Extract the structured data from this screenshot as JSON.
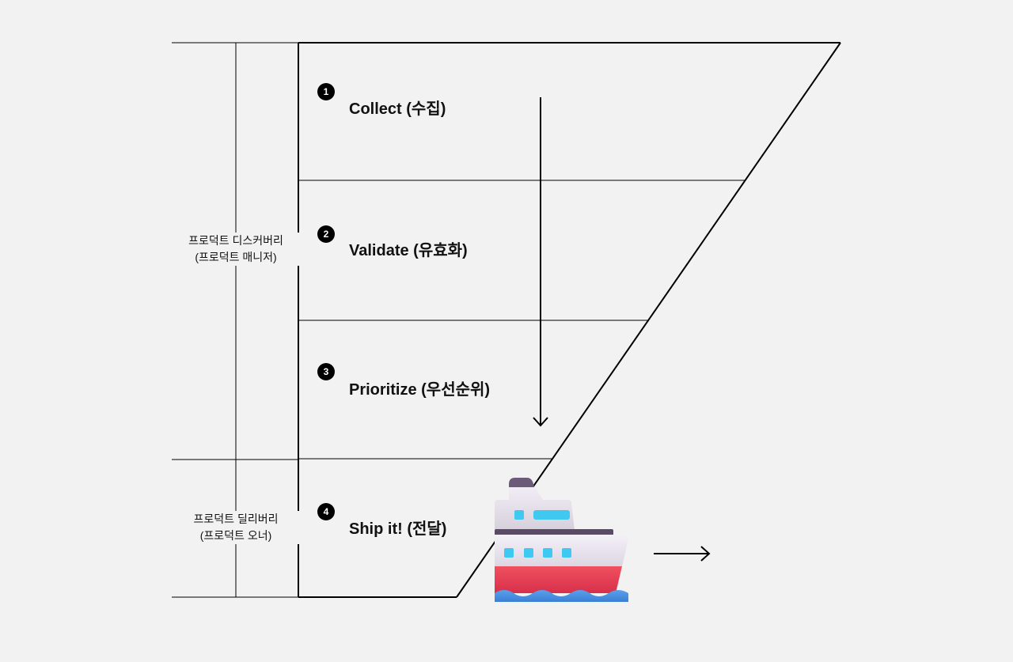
{
  "steps": [
    {
      "number": "1",
      "label": "Collect (수집)"
    },
    {
      "number": "2",
      "label": "Validate (유효화)"
    },
    {
      "number": "3",
      "label": "Prioritize (우선순위)"
    },
    {
      "number": "4",
      "label": "Ship it! (전달)"
    }
  ],
  "phases": {
    "discovery": {
      "line1": "프로덕트 디스커버리",
      "line2": "(프로덕트 매니저)"
    },
    "delivery": {
      "line1": "프로덕트 딜리버리",
      "line2": "(프로덕트 오너)"
    }
  },
  "icons": {
    "ship": "cruise-ship-icon",
    "flow_arrow": "arrow-down-icon",
    "ship_arrow": "arrow-right-icon"
  },
  "colors": {
    "background": "#f2f2f2",
    "line": "#000000",
    "ship_hull_top": "#eeeaf2",
    "ship_hull_bottom": "#e8465a",
    "ship_window": "#3fc8f0",
    "water": "#4a8fe0"
  }
}
